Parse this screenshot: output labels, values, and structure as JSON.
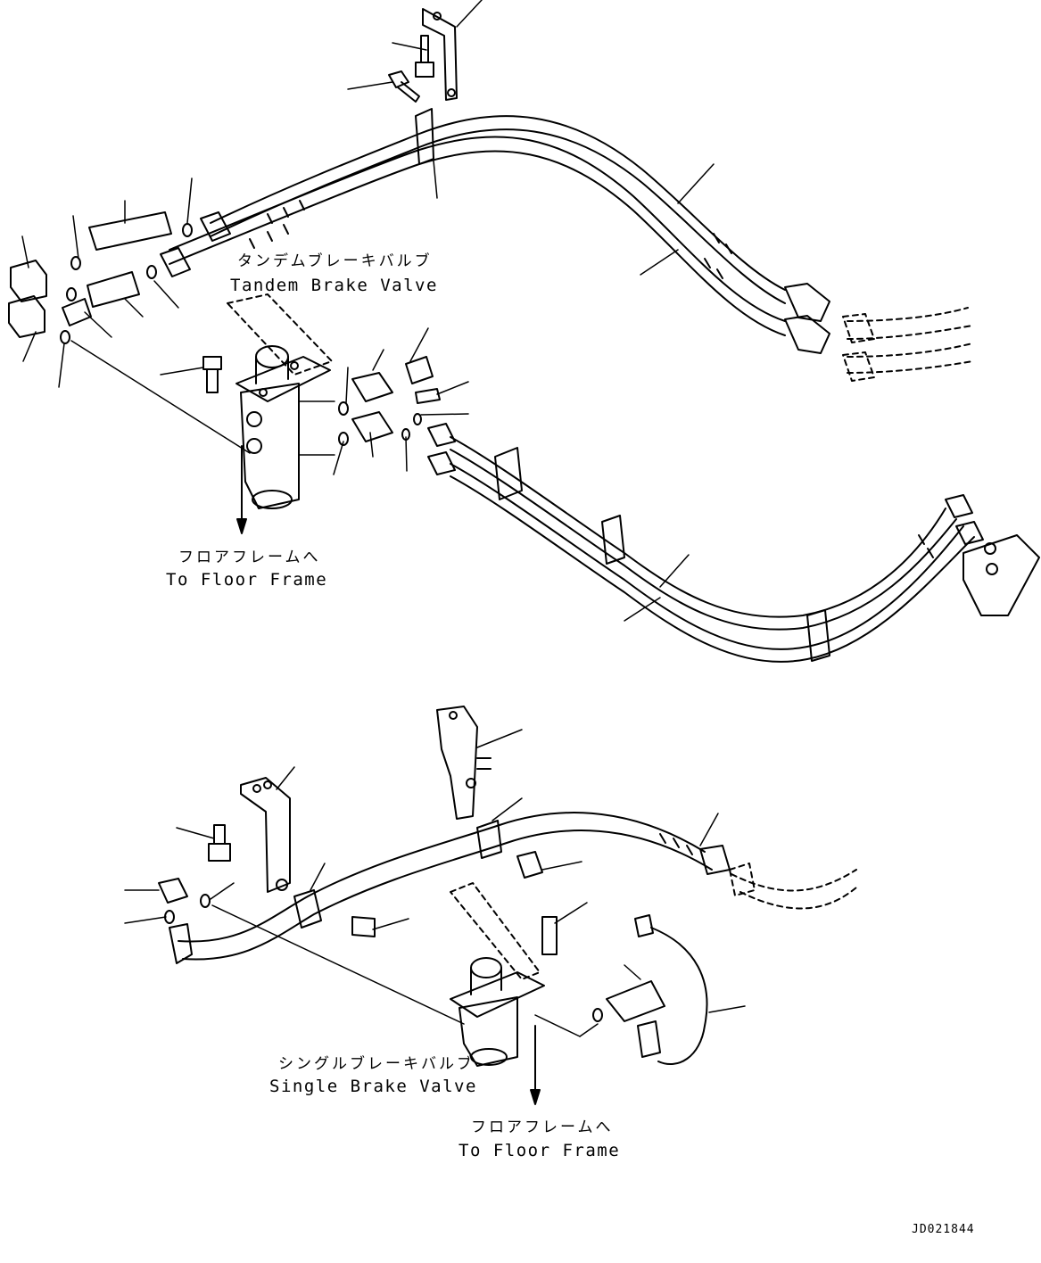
{
  "diagram": {
    "labels": {
      "tandem_jp": "タンデムブレーキバルブ",
      "tandem_en": "Tandem Brake Valve",
      "floor_jp_top": "フロアフレームへ",
      "floor_en_top": "To Floor Frame",
      "single_jp": "シングルブレーキバルブ",
      "single_en": "Single Brake Valve",
      "floor_jp_bottom": "フロアフレームへ",
      "floor_en_bottom": "To Floor Frame",
      "drawing_code": "JD021844"
    },
    "colors": {
      "line": "#000000",
      "background": "#ffffff"
    }
  }
}
